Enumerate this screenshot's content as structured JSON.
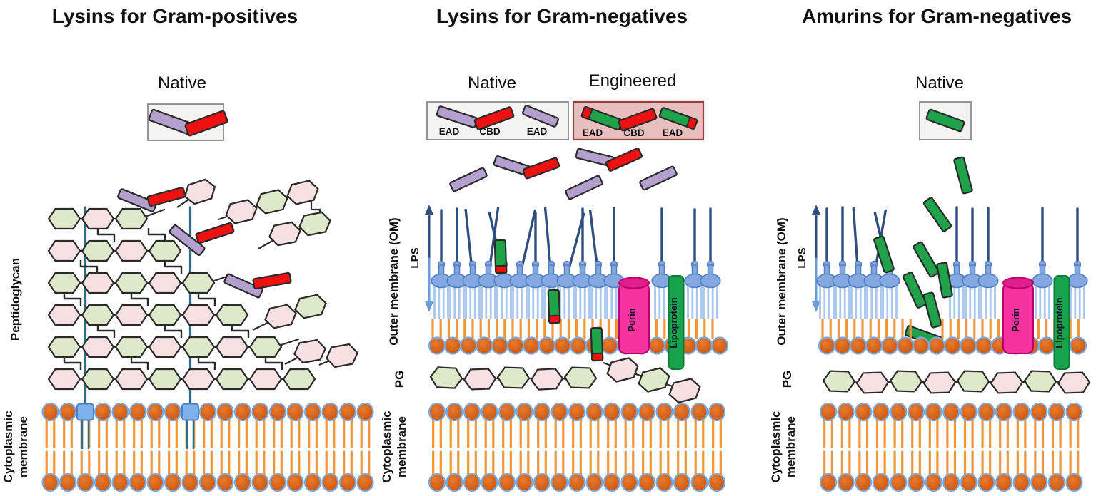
{
  "colors": {
    "background": "#ffffff",
    "title_text": "#111111",
    "ead_native": "#b3a0ce",
    "ead_engineered": "#1fa24a",
    "cbd": "#ee1111",
    "amurin": "#1fa24a",
    "rod_outline": "#2a2a2a",
    "hex_green": "#dde9c8",
    "hex_pink": "#f7e0e2",
    "hex_outline": "#2a2a2a",
    "teichoic_acid": "#2a7080",
    "membrane_head": "#d05817",
    "membrane_head_outline": "#79a9dd",
    "membrane_tail": "#f0963c",
    "anchor_blue": "#7fb2ec",
    "lps_line": "#2e4d80",
    "lps_head": "#84a9e2",
    "lps_head_outline": "#5580c0",
    "lps_tail": "#a8c6ee",
    "porin": "#f5329e",
    "porin_top": "#e01f8a",
    "porin_outline": "#b7006e",
    "lipoprotein": "#17a24c",
    "lipoprotein_outline": "#0d7a36",
    "native_box_bg": "#f3f3f1",
    "engineered_box_bg": "#e9bebe",
    "om_arrow_dark": "#2e4d80",
    "om_arrow_light": "#6b9bdb"
  },
  "panel1": {
    "title": "Lysins for Gram-positives",
    "native_label": "Native",
    "peptidoglycan_label": "Peptidoglycan",
    "cytoplasmic_membrane_label": "Cytoplasmic membrane"
  },
  "panel2": {
    "title": "Lysins for Gram-negatives",
    "native_label": "Native",
    "engineered_label": "Engineered",
    "native_box": {
      "ead1": "EAD",
      "cbd": "CBD",
      "ead2": "EAD"
    },
    "engineered_box": {
      "ead1": "EAD",
      "cbd": "CBD",
      "ead2": "EAD"
    },
    "outer_membrane_label": "Outer membrane (OM)",
    "lps_label": "LPS",
    "pg_label": "PG",
    "cytoplasmic_membrane_label": "Cytoplasmic membrane",
    "porin_label": "Porin",
    "lipoprotein_label": "Lipoprotein"
  },
  "panel3": {
    "title": "Amurins for Gram-negatives",
    "native_label": "Native",
    "outer_membrane_label": "Outer membrane (OM)",
    "lps_label": "LPS",
    "pg_label": "PG",
    "cytoplasmic_membrane_label": "Cytoplasmic membrane",
    "porin_label": "Porin",
    "lipoprotein_label": "Lipoprotein"
  }
}
